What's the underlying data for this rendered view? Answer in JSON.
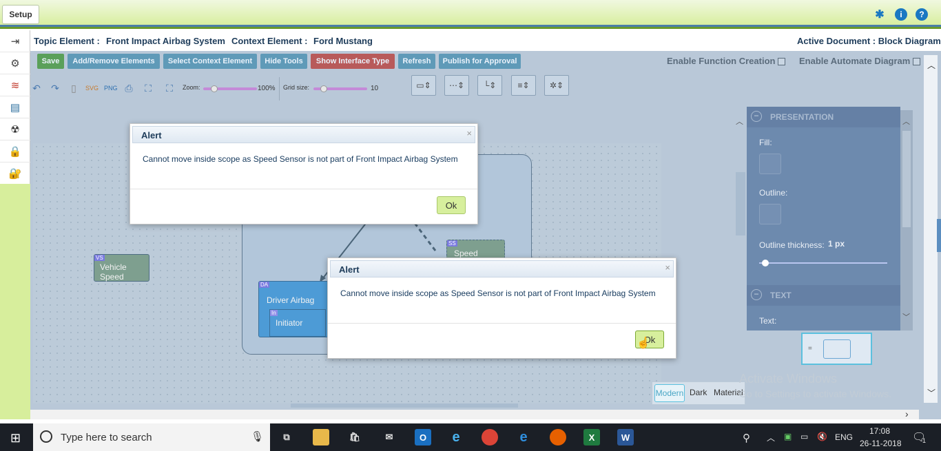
{
  "topbar": {
    "setup_tab": "Setup"
  },
  "header": {
    "topic_label": "Topic Element :",
    "topic_value": "Front Impact Airbag System",
    "context_label": "Context Element :",
    "context_value": "Ford Mustang",
    "active_document": "Active Document : Block Diagram"
  },
  "toolbar": {
    "save": "Save",
    "add_remove": "Add/Remove Elements",
    "select_context": "Select Context Element",
    "hide_tools": "Hide Tools",
    "show_interface": "Show Interface Type",
    "refresh": "Refresh",
    "publish": "Publish for Approval",
    "enable_function": "Enable Function Creation",
    "enable_automate": "Enable Automate Diagram",
    "zoom_label": "Zoom:",
    "zoom_value": "100%",
    "grid_label": "Grid size:",
    "grid_value": "10"
  },
  "diagram": {
    "vehicle_speed_tag": "VS",
    "vehicle_speed": "Vehicle Speed",
    "speed_sensor_tag": "SS",
    "speed_sensor": "Speed Sensor",
    "driver_airbag_tag": "DA",
    "driver_airbag": "Driver Airbag",
    "initiator_tag": "In",
    "initiator": "Initiator"
  },
  "panel": {
    "presentation": "PRESENTATION",
    "fill": "Fill:",
    "outline": "Outline:",
    "outline_thickness_label": "Outline thickness:",
    "outline_thickness_value": "1 px",
    "text_section": "TEXT",
    "text": "Text:"
  },
  "themes": {
    "modern": "Modern",
    "dark": "Dark",
    "material": "Material"
  },
  "alerts": [
    {
      "title": "Alert",
      "message": "Cannot move inside scope as Speed Sensor is not part of Front Impact Airbag System",
      "ok": "Ok"
    },
    {
      "title": "Alert",
      "message": "Cannot move inside scope as Speed Sensor is not part of Front Impact Airbag System",
      "ok": "Ok"
    }
  ],
  "watermark": {
    "line1": "Activate Windows",
    "line2": "Go to Settings to activate Windows."
  },
  "taskbar": {
    "search_placeholder": "Type here to search",
    "language": "ENG",
    "time": "17:08",
    "date": "26-11-2018",
    "notification_count": "1"
  }
}
